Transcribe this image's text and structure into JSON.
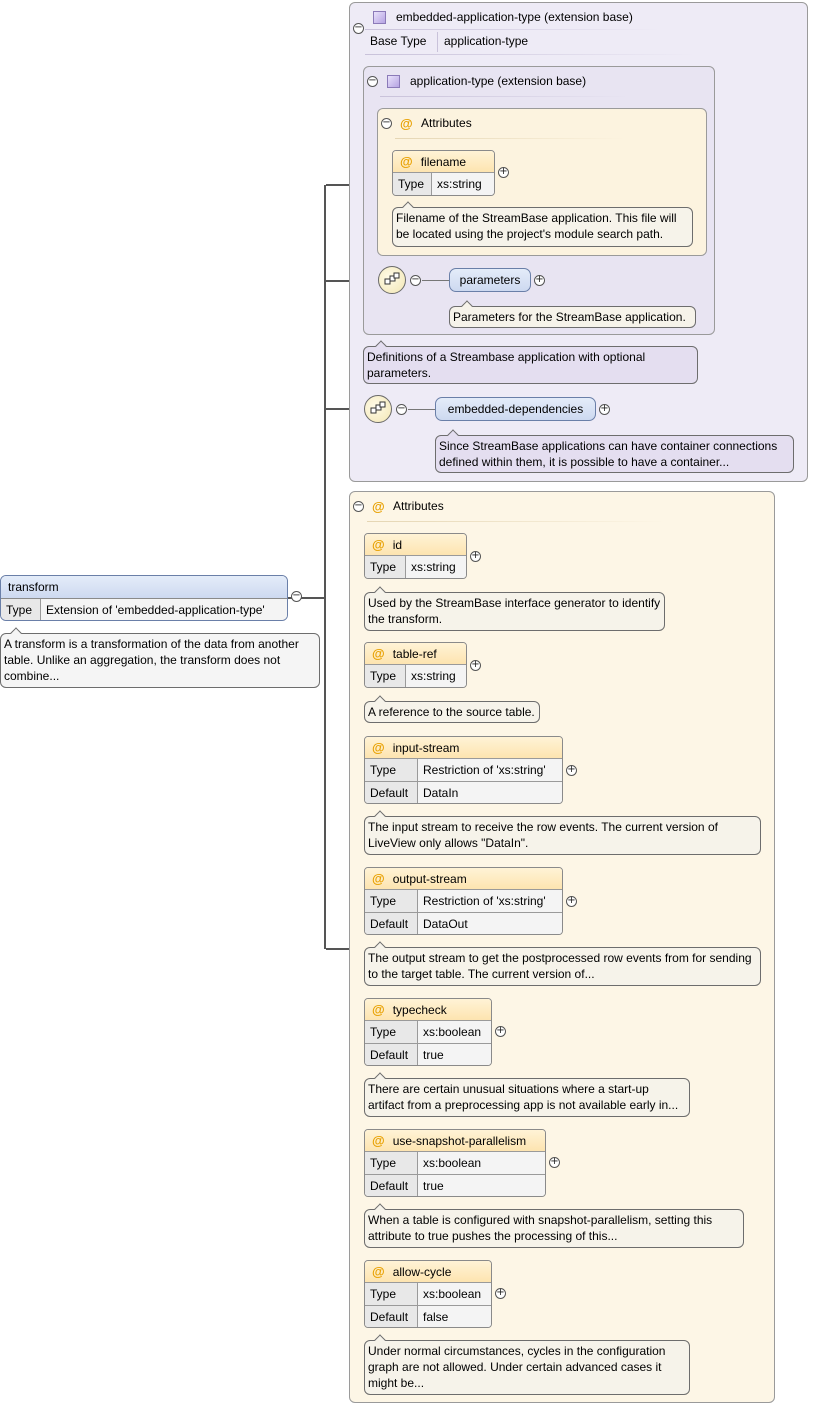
{
  "root": {
    "name": "transform",
    "type_label": "Type",
    "type_value": "Extension of 'embedded-application-type'",
    "doc": "A transform is a transformation of the data from another table. Unlike an aggregation, the transform does not combine..."
  },
  "embedded_app_type": {
    "title": "embedded-application-type (extension base)",
    "base_type_label": "Base Type",
    "base_type_value": "application-type",
    "doc_embedded_deps": "Since StreamBase applications can have container connections defined within them, it is possible to have a container...",
    "embedded_deps_label": "embedded-dependencies"
  },
  "application_type": {
    "title": "application-type (extension base)",
    "attributes_label": "Attributes",
    "filename": {
      "name": "filename",
      "type_label": "Type",
      "type_value": "xs:string",
      "doc": "Filename of the StreamBase application. This file will be located using the project's module search path."
    },
    "parameters_label": "parameters",
    "parameters_doc": "Parameters for the StreamBase application.",
    "doc": "Definitions of a Streambase application with optional parameters."
  },
  "attributes": {
    "label": "Attributes",
    "items": [
      {
        "name": "id",
        "rows": [
          [
            "Type",
            "xs:string"
          ]
        ],
        "doc": "Used by the StreamBase interface generator to identify the transform."
      },
      {
        "name": "table-ref",
        "rows": [
          [
            "Type",
            "xs:string"
          ]
        ],
        "doc": "A reference to the source table."
      },
      {
        "name": "input-stream",
        "rows": [
          [
            "Type",
            "Restriction of 'xs:string'"
          ],
          [
            "Default",
            "DataIn"
          ]
        ],
        "doc": "The input stream to receive the row events. The current version of LiveView only allows \"DataIn\"."
      },
      {
        "name": "output-stream",
        "rows": [
          [
            "Type",
            "Restriction of 'xs:string'"
          ],
          [
            "Default",
            "DataOut"
          ]
        ],
        "doc": "The output stream to get the postprocessed row events from for sending to the target table. The current version of..."
      },
      {
        "name": "typecheck",
        "rows": [
          [
            "Type",
            "xs:boolean"
          ],
          [
            "Default",
            "true"
          ]
        ],
        "doc": "There are certain unusual situations where a start-up artifact from a preprocessing app is not available early in..."
      },
      {
        "name": "use-snapshot-parallelism",
        "rows": [
          [
            "Type",
            "xs:boolean"
          ],
          [
            "Default",
            "true"
          ]
        ],
        "doc": "When a table is configured with snapshot-parallelism, setting this attribute to true pushes the processing of this..."
      },
      {
        "name": "allow-cycle",
        "rows": [
          [
            "Type",
            "xs:boolean"
          ],
          [
            "Default",
            "false"
          ]
        ],
        "doc": "Under normal circumstances, cycles in the configuration graph are not allowed. Under certain advanced cases it might be..."
      }
    ]
  },
  "icons": {
    "collapse": "collapse-icon",
    "expand": "expand-icon",
    "attribute": "at-icon",
    "complex_type": "complex-type-icon",
    "sequence": "sequence-icon"
  },
  "glyphs": {
    "collapse": "−",
    "expand": "+",
    "at": "@"
  }
}
